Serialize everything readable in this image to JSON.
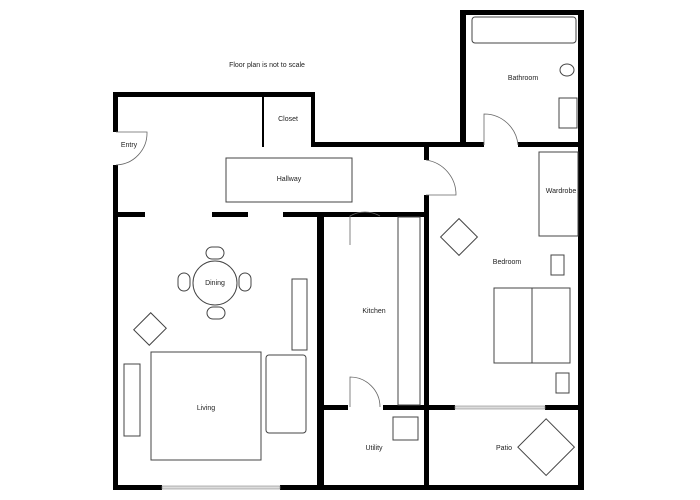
{
  "note": "Floor plan is not to scale",
  "rooms": {
    "entry": "Entry",
    "closet": "Closet",
    "hallway": "Hallway",
    "bathroom": "Bathroom",
    "wardrobe": "Wardrobe",
    "bedroom": "Bedroom",
    "dining": "Dining",
    "kitchen": "Kitchen",
    "living": "Living",
    "utility": "Utility",
    "patio": "Patio"
  }
}
